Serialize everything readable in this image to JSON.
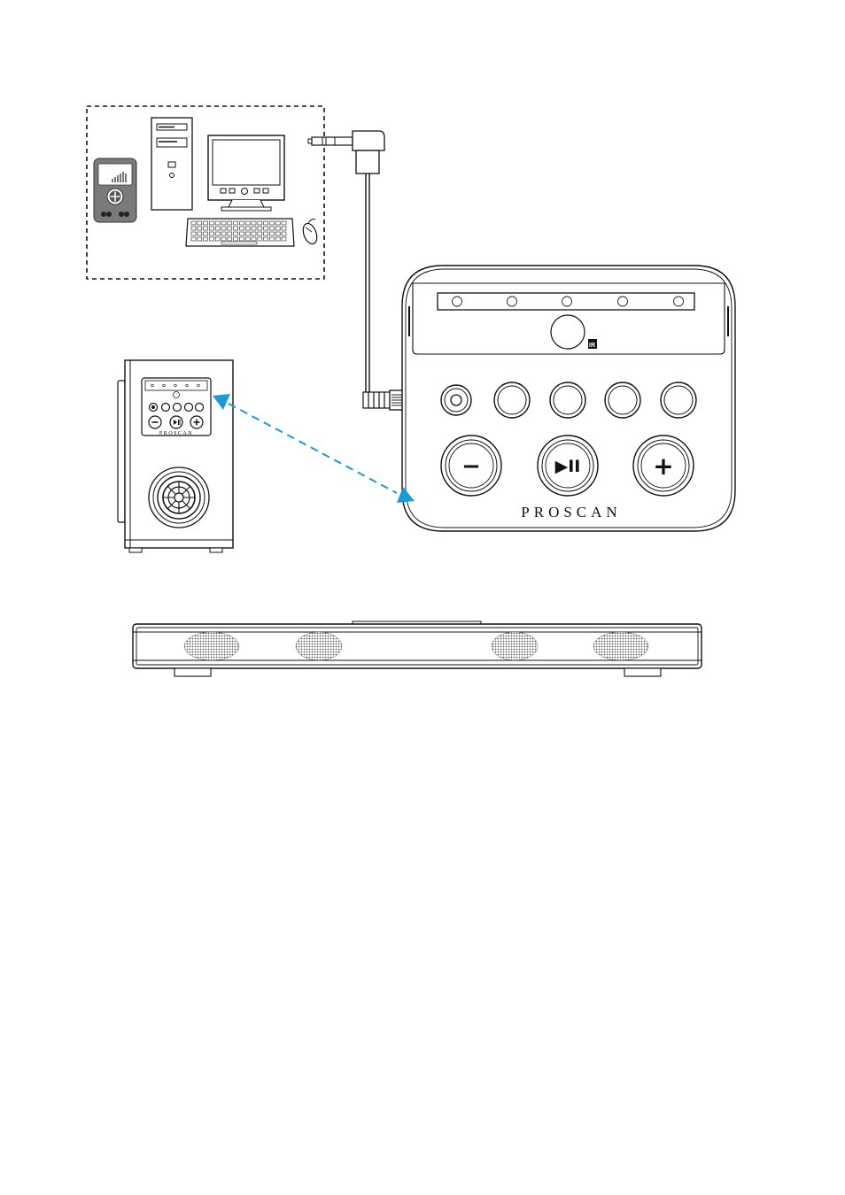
{
  "main_unit": {
    "brand": "PROSCAN",
    "ir_label": "IR",
    "buttons": {
      "minus_symbol": "−",
      "play_pause_symbol": "▶II",
      "plus_symbol": "+"
    }
  },
  "subwoofer": {
    "brand": "PROSCAN"
  },
  "icons": [
    "mp3-player-icon",
    "computer-tower-icon",
    "monitor-icon",
    "keyboard-icon",
    "mouse-icon",
    "audio-plug-icon",
    "wireless-link-arrow"
  ],
  "colors": {
    "line": "#111111",
    "wireless_arrow": "#1a9bd7",
    "device_fill": "#7a7a7a"
  }
}
